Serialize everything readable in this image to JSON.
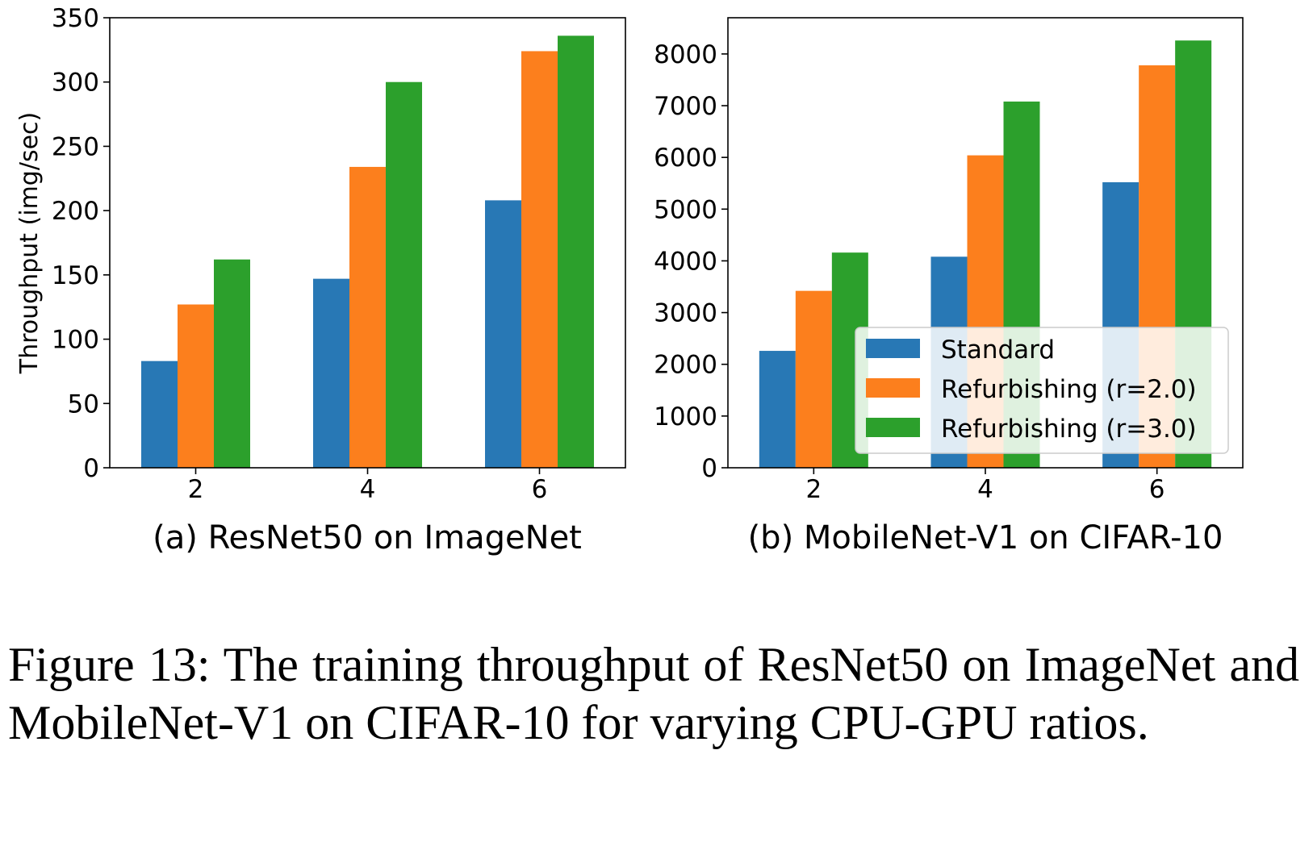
{
  "colors": {
    "standard": "#2878b5",
    "r2": "#fc7f1d",
    "r3": "#2ca02c"
  },
  "legend": [
    "Standard",
    "Refurbishing (r=2.0)",
    "Refurbishing (r=3.0)"
  ],
  "chart_data": [
    {
      "type": "bar",
      "subcaption": "(a) ResNet50 on ImageNet",
      "xlabel": "",
      "ylabel": "Throughput (img/sec)",
      "categories": [
        "2",
        "4",
        "6"
      ],
      "ylim": [
        0,
        350
      ],
      "yticks": [
        0,
        50,
        100,
        150,
        200,
        250,
        300,
        350
      ],
      "grid": false,
      "series": [
        {
          "name": "Standard",
          "values": [
            83,
            147,
            208
          ]
        },
        {
          "name": "Refurbishing (r=2.0)",
          "values": [
            127,
            234,
            324
          ]
        },
        {
          "name": "Refurbishing (r=3.0)",
          "values": [
            162,
            300,
            336
          ]
        }
      ]
    },
    {
      "type": "bar",
      "subcaption": "(b) MobileNet-V1 on CIFAR-10",
      "xlabel": "",
      "ylabel": "",
      "categories": [
        "2",
        "4",
        "6"
      ],
      "ylim": [
        0,
        8700
      ],
      "yticks": [
        0,
        1000,
        2000,
        3000,
        4000,
        5000,
        6000,
        7000,
        8000
      ],
      "grid": false,
      "legend_position": "lower right",
      "series": [
        {
          "name": "Standard",
          "values": [
            2260,
            4080,
            5520
          ]
        },
        {
          "name": "Refurbishing (r=2.0)",
          "values": [
            3420,
            6040,
            7780
          ]
        },
        {
          "name": "Refurbishing (r=3.0)",
          "values": [
            4160,
            7080,
            8260
          ]
        }
      ]
    }
  ],
  "caption": "Figure 13: The training throughput of ResNet50 on ImageNet and MobileNet-V1 on CIFAR-10 for varying CPU-GPU ratios."
}
